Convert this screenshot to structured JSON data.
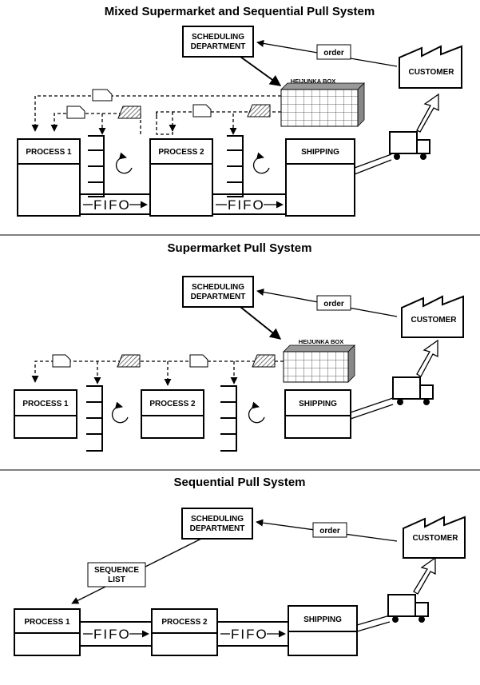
{
  "sections": [
    {
      "title": "Mixed Supermarket and Sequential Pull System",
      "scheduling": [
        "SCHEDULING",
        "DEPARTMENT"
      ],
      "order": "order",
      "customer": "CUSTOMER",
      "heijunka": "HEIJUNKA BOX",
      "process1": "PROCESS 1",
      "process2": "PROCESS 2",
      "shipping": "SHIPPING",
      "fifo": "FIFO"
    },
    {
      "title": "Supermarket Pull System",
      "scheduling": [
        "SCHEDULING",
        "DEPARTMENT"
      ],
      "order": "order",
      "customer": "CUSTOMER",
      "heijunka": "HEIJUNKA BOX",
      "process1": "PROCESS 1",
      "process2": "PROCESS 2",
      "shipping": "SHIPPING"
    },
    {
      "title": "Sequential Pull System",
      "scheduling": [
        "SCHEDULING",
        "DEPARTMENT"
      ],
      "order": "order",
      "customer": "CUSTOMER",
      "sequence_list": [
        "SEQUENCE",
        "LIST"
      ],
      "process1": "PROCESS 1",
      "process2": "PROCESS 2",
      "shipping": "SHIPPING",
      "fifo": "FIFO"
    }
  ],
  "icons": [
    "kanban-card-icon",
    "withdrawal-kanban-icon",
    "supermarket-icon",
    "rotation-arrow-icon",
    "truck-icon",
    "factory-icon",
    "heijunka-box-icon",
    "fifo-arrow-icon"
  ]
}
